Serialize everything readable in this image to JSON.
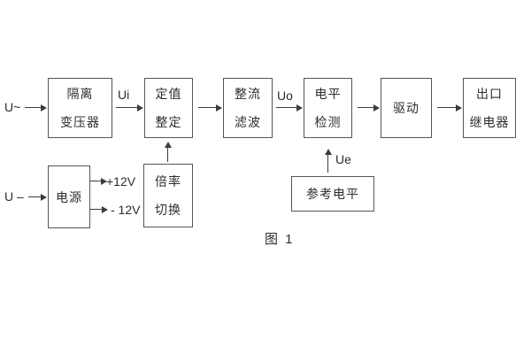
{
  "diagram": {
    "caption": "图 1",
    "inputs": {
      "ac_label": "U~",
      "dc_label": "U –"
    },
    "signal_labels": {
      "ui": "Ui",
      "uo": "Uo",
      "ue": "Ue"
    },
    "rails": {
      "positive": "+12V",
      "negative": "- 12V"
    },
    "blocks": {
      "isolation_transformer": {
        "line1": "隔离",
        "line2": "变压器"
      },
      "value_setting": {
        "line1": "定值",
        "line2": "整定"
      },
      "rectify_filter": {
        "line1": "整流",
        "line2": "滤波"
      },
      "level_detection": {
        "line1": "电平",
        "line2": "检测"
      },
      "drive": {
        "label": "驱动"
      },
      "output_relay": {
        "line1": "出口",
        "line2": "继电器"
      },
      "power_supply": {
        "label": "电源"
      },
      "ratio_switch": {
        "line1": "倍率",
        "line2": "切换"
      },
      "reference_level": {
        "label": "参考电平"
      }
    },
    "colors": {
      "line": "#3c3c3c",
      "text": "#2d2d2d",
      "background": "#ffffff"
    }
  }
}
